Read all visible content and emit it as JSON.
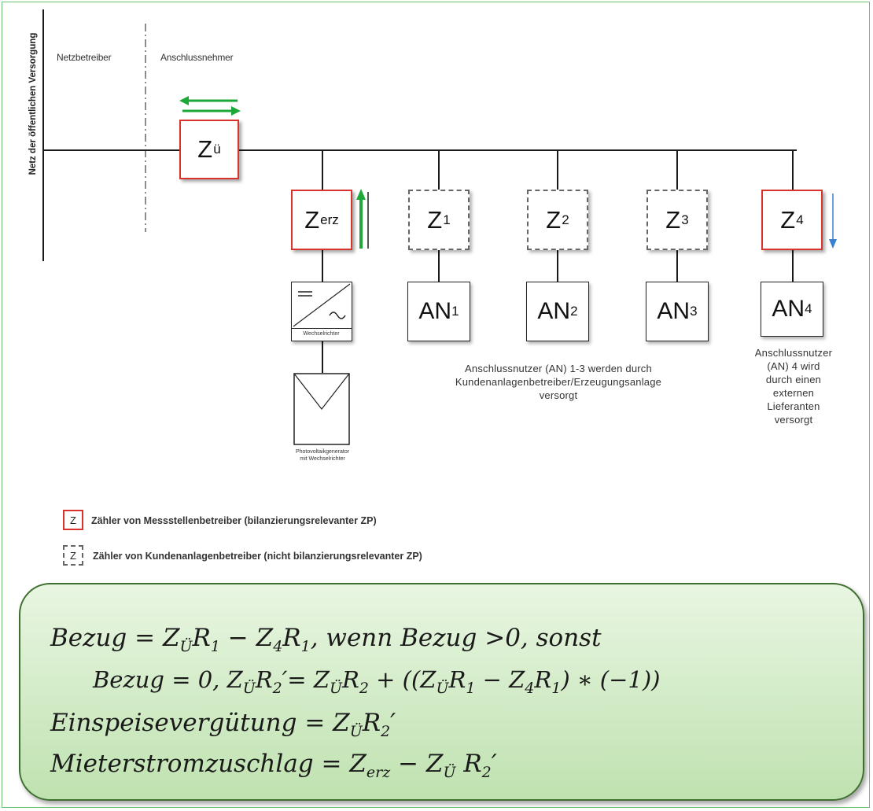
{
  "labels": {
    "vertical": "Netz der öffentlichen Versorgung",
    "netzbetreiber": "Netzbetreiber",
    "anschlussnehmer": "Anschlussnehmer"
  },
  "meters": {
    "zu": {
      "base": "Z",
      "sub": "ü"
    },
    "zerz": {
      "base": "Z",
      "sub": "erz"
    },
    "z1": {
      "base": "Z",
      "sub": "1"
    },
    "z2": {
      "base": "Z",
      "sub": "2"
    },
    "z3": {
      "base": "Z",
      "sub": "3"
    },
    "z4": {
      "base": "Z",
      "sub": "4"
    }
  },
  "consumers": {
    "an1": {
      "base": "AN",
      "sub": "1"
    },
    "an2": {
      "base": "AN",
      "sub": "2"
    },
    "an3": {
      "base": "AN",
      "sub": "3"
    },
    "an4": {
      "base": "AN",
      "sub": "4"
    }
  },
  "inverter_label": "Wechselrichter",
  "pv_label_1": "Photovoltaikgenerator",
  "pv_label_2": "mit Wechselrichter",
  "notes": {
    "an13": [
      "Anschlussnutzer (AN) 1-3 werden durch",
      "Kundenanlagenbetreiber/Erzeugungsanlage",
      "versorgt"
    ],
    "an4": [
      "Anschlussnutzer",
      "(AN) 4 wird",
      "durch einen",
      "externen",
      "Lieferanten",
      "versorgt"
    ]
  },
  "legend": {
    "symbol": "Z",
    "solid_text": "Zähler von Messstellenbetreiber (bilanzierungsrelevanter ZP)",
    "dashed_text": "Zähler von Kundenanlagenbetreiber (nicht bilanzierungsrelevanter ZP)"
  },
  "formula": {
    "line1": {
      "a": "Bezug = Z",
      "a_sub": "Ü",
      "b": "R",
      "b_sub": "1",
      "c": " − Z",
      "c_sub": "4",
      "d": "R",
      "d_sub": "1",
      "e": ", wenn Bezug >0, sonst"
    },
    "line2": {
      "a": "Bezug = 0, Z",
      "a_sub": "Ü",
      "b": "R",
      "b_sub": "2",
      "c": "′= Z",
      "c_sub": "Ü",
      "d": "R",
      "d_sub": "2",
      "e": " + ((Z",
      "e_sub": "Ü",
      "f": "R",
      "f_sub": "1",
      "g": " − Z",
      "g_sub": "4",
      "h": "R",
      "h_sub": "1",
      "i": ") ∗ (−1))"
    },
    "line3": {
      "a": "Einspeisevergütung =  Z",
      "a_sub": "Ü",
      "b": "R",
      "b_sub": "2",
      "c": "′"
    },
    "line4": {
      "a": "Mieterstromzuschlag =  Z",
      "a_sub": "erz",
      "b": " − Z",
      "b_sub": "Ü",
      "c": " R",
      "c_sub": "2",
      "d": "′"
    }
  },
  "colors": {
    "meter_border": "#d9332b",
    "arrow_green": "#1fa83a",
    "arrow_blue": "#3a7fd0",
    "formula_bg": "#c8e7bb",
    "frame": "#6fbf76"
  }
}
